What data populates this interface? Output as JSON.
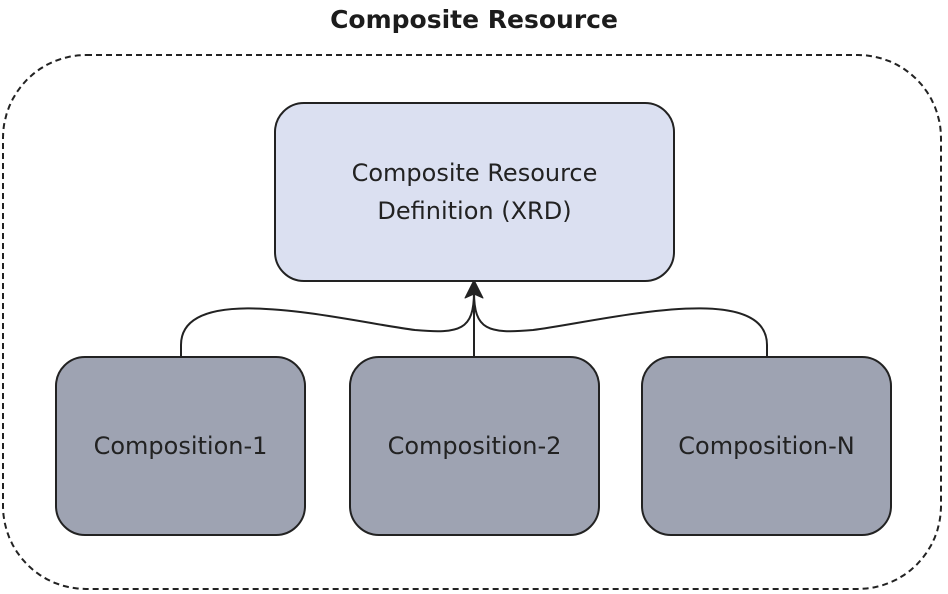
{
  "title": "Composite Resource",
  "nodes": {
    "xrd": {
      "line1": "Composite Resource",
      "line2": "Definition (XRD)",
      "fill": "#dbe0f1"
    },
    "compositions": [
      {
        "label": "Composition-1",
        "fill": "#9ea3b2"
      },
      {
        "label": "Composition-2",
        "fill": "#9ea3b2"
      },
      {
        "label": "Composition-N",
        "fill": "#9ea3b2"
      }
    ]
  },
  "edges": [
    {
      "from": "Composition-1",
      "to": "Composite Resource Definition (XRD)"
    },
    {
      "from": "Composition-2",
      "to": "Composite Resource Definition (XRD)"
    },
    {
      "from": "Composition-N",
      "to": "Composite Resource Definition (XRD)"
    }
  ],
  "colors": {
    "stroke": "#222222",
    "xrd_fill": "#dbe0f1",
    "composition_fill": "#9ea3b2"
  }
}
